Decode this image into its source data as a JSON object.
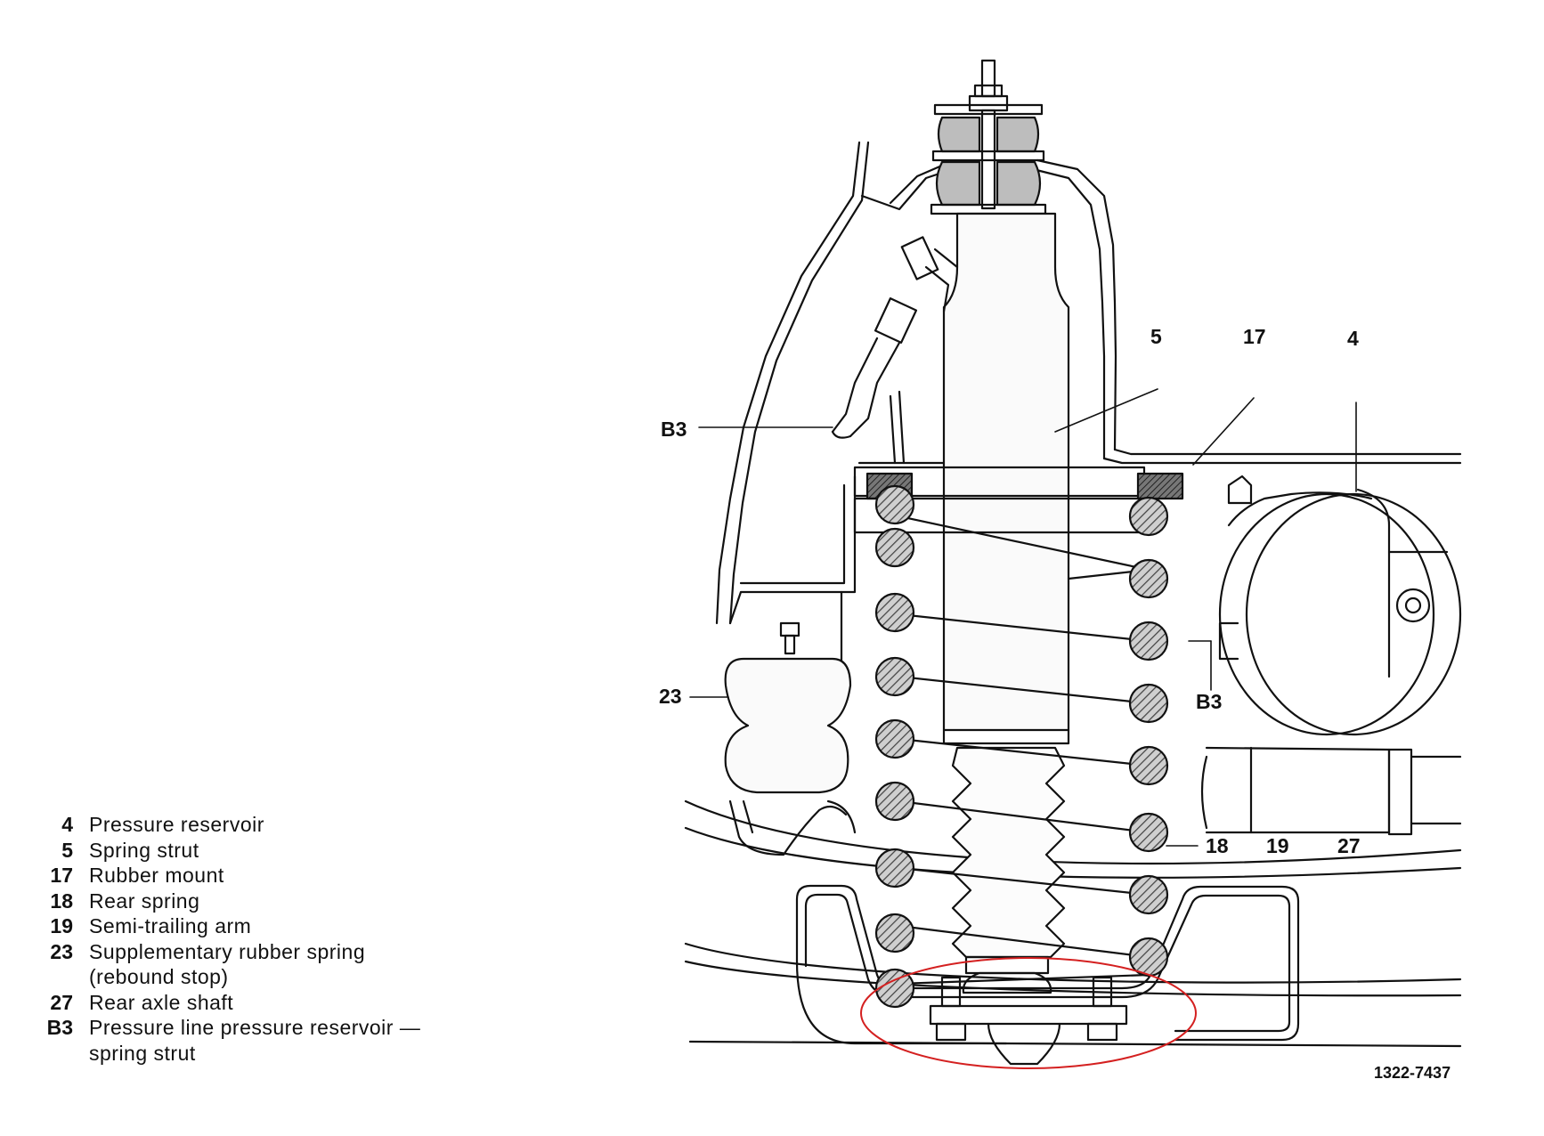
{
  "legend": [
    {
      "code": "4",
      "text": "Pressure reservoir"
    },
    {
      "code": "5",
      "text": "Spring strut"
    },
    {
      "code": "17",
      "text": "Rubber mount"
    },
    {
      "code": "18",
      "text": "Rear spring"
    },
    {
      "code": "19",
      "text": "Semi-trailing arm"
    },
    {
      "code": "23",
      "text": "Supplementary rubber spring"
    },
    {
      "code": "",
      "text": "(rebound stop)"
    },
    {
      "code": "27",
      "text": "Rear axle shaft"
    },
    {
      "code": "B3",
      "text": "Pressure line pressure reservoir —"
    },
    {
      "code": "",
      "text": "spring strut"
    }
  ],
  "callouts": {
    "c5": "5",
    "c17": "17",
    "c4": "4",
    "cB3_left": "B3",
    "cB3_right": "B3",
    "c23": "23",
    "c18": "18",
    "c19": "19",
    "c27": "27"
  },
  "figure_number": "1322-7437",
  "colors": {
    "line": "#111111",
    "highlight_ellipse": "#d42020",
    "rubber_fill": "#bdbdbd",
    "coil_hatch": "#555555"
  }
}
